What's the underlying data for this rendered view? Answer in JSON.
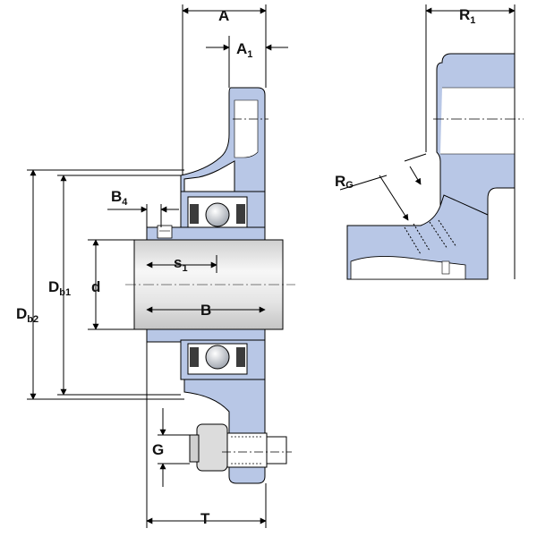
{
  "labels": {
    "A": "A",
    "A1": "A",
    "A1_sub": "1",
    "R1": "R",
    "R1_sub": "1",
    "B4": "B",
    "B4_sub": "4",
    "Rg": "R",
    "Rg_sub": "G",
    "Db1": "D",
    "Db1_sub": "b1",
    "Db2": "D",
    "Db2_sub": "b2",
    "d": "d",
    "s1": "s",
    "s1_sub": "1",
    "B": "B",
    "G": "G",
    "T": "T"
  },
  "colors": {
    "housing": "#b8c7e6",
    "housing_dark": "#9fb2dc",
    "shaft": "#e6e6e6",
    "line": "#000000"
  }
}
